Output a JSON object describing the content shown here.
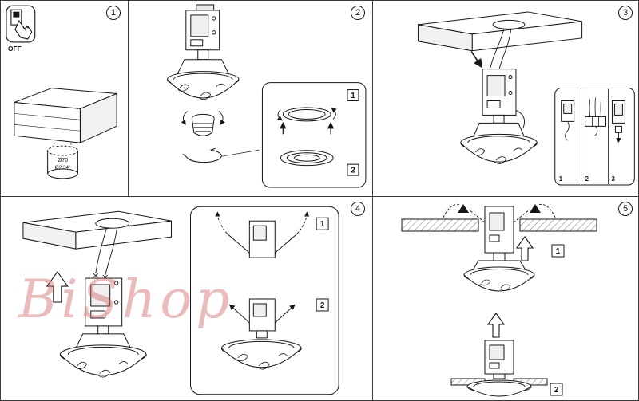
{
  "watermark": {
    "text": "BiShop",
    "color": "#d36767"
  },
  "panels": [
    {
      "number": "1"
    },
    {
      "number": "2"
    },
    {
      "number": "3"
    },
    {
      "number": "4"
    },
    {
      "number": "5"
    }
  ],
  "panel1": {
    "switch_label": "OFF",
    "hole_diameter_mm": "Ø70",
    "hole_diameter_in": "Ø2.34\""
  },
  "panel2": {
    "inset_steps": [
      "1",
      "2"
    ]
  },
  "panel3": {
    "inset_steps": [
      "1",
      "2",
      "3"
    ]
  },
  "panel4": {
    "inset_steps": [
      "1",
      "2"
    ]
  },
  "panel5": {
    "step_labels": [
      "1",
      "2"
    ]
  }
}
